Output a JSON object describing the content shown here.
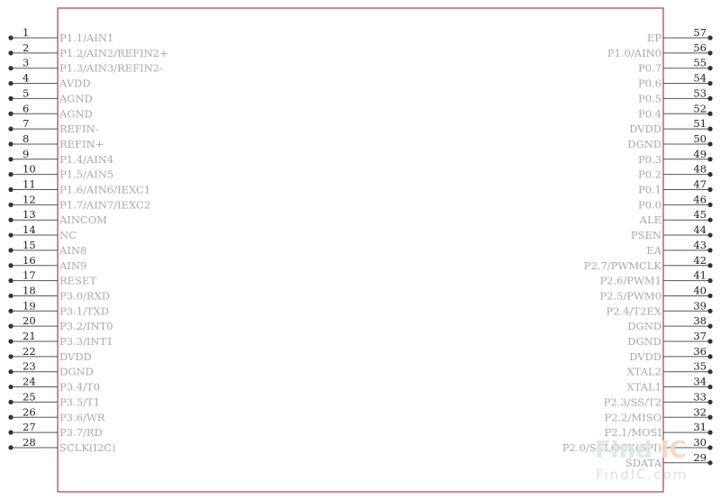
{
  "component": {
    "body_color": "#b03a48",
    "left_pins": [
      {
        "num": "1",
        "name": "P1.1/AIN1"
      },
      {
        "num": "2",
        "name": "P1.2/AIN2/REFIN2+"
      },
      {
        "num": "3",
        "name": "P1.3/AIN3/REFIN2-"
      },
      {
        "num": "4",
        "name": "AVDD"
      },
      {
        "num": "5",
        "name": "AGND"
      },
      {
        "num": "6",
        "name": "AGND"
      },
      {
        "num": "7",
        "name": "REFIN-"
      },
      {
        "num": "8",
        "name": "REFIN+"
      },
      {
        "num": "9",
        "name": "P1.4/AIN4"
      },
      {
        "num": "10",
        "name": "P1.5/AIN5"
      },
      {
        "num": "11",
        "name": "P1.6/AIN6/IEXC1"
      },
      {
        "num": "12",
        "name": "P1.7/AIN7/IEXC2"
      },
      {
        "num": "13",
        "name": "AINCOM"
      },
      {
        "num": "14",
        "name": "NC"
      },
      {
        "num": "15",
        "name": "AIN8"
      },
      {
        "num": "16",
        "name": "AIN9"
      },
      {
        "num": "17",
        "name": "RESET"
      },
      {
        "num": "18",
        "name": "P3.0/RXD"
      },
      {
        "num": "19",
        "name": "P3.1/TXD"
      },
      {
        "num": "20",
        "name": "P3.2/INT0"
      },
      {
        "num": "21",
        "name": "P3.3/INT1"
      },
      {
        "num": "22",
        "name": "DVDD"
      },
      {
        "num": "23",
        "name": "DGND"
      },
      {
        "num": "24",
        "name": "P3.4/T0"
      },
      {
        "num": "25",
        "name": "P3.5/T1"
      },
      {
        "num": "26",
        "name": "P3.6/WR"
      },
      {
        "num": "27",
        "name": "P3.7/RD"
      },
      {
        "num": "28",
        "name": "SCLK(I2C)"
      }
    ],
    "right_pins": [
      {
        "num": "57",
        "name": "EP"
      },
      {
        "num": "56",
        "name": "P1.0/AIN0"
      },
      {
        "num": "55",
        "name": "P0.7"
      },
      {
        "num": "54",
        "name": "P0.6"
      },
      {
        "num": "53",
        "name": "P0.5"
      },
      {
        "num": "52",
        "name": "P0.4"
      },
      {
        "num": "51",
        "name": "DVDD"
      },
      {
        "num": "50",
        "name": "DGND"
      },
      {
        "num": "49",
        "name": "P0.3"
      },
      {
        "num": "48",
        "name": "P0.2"
      },
      {
        "num": "47",
        "name": "P0.1"
      },
      {
        "num": "46",
        "name": "P0.0"
      },
      {
        "num": "45",
        "name": "ALE"
      },
      {
        "num": "44",
        "name": "PSEN"
      },
      {
        "num": "43",
        "name": "EA"
      },
      {
        "num": "42",
        "name": "P2.7/PWMCLK"
      },
      {
        "num": "41",
        "name": "P2.6/PWM1"
      },
      {
        "num": "40",
        "name": "P2.5/PWM0"
      },
      {
        "num": "39",
        "name": "P2.4/T2EX"
      },
      {
        "num": "38",
        "name": "DGND"
      },
      {
        "num": "37",
        "name": "DGND"
      },
      {
        "num": "36",
        "name": "DVDD"
      },
      {
        "num": "35",
        "name": "XTAL2"
      },
      {
        "num": "34",
        "name": "XTAL1"
      },
      {
        "num": "33",
        "name": "P2.3/SS/T2"
      },
      {
        "num": "32",
        "name": "P2.2/MISO"
      },
      {
        "num": "31",
        "name": "P2.1/MOSI"
      },
      {
        "num": "30",
        "name": "P2.0/SCLOCK(SPI)"
      },
      {
        "num": "29",
        "name": "SDATA"
      }
    ]
  },
  "watermark": {
    "logo_part1": "Find",
    "logo_part2": "IC",
    "site": "FindIC.com"
  }
}
